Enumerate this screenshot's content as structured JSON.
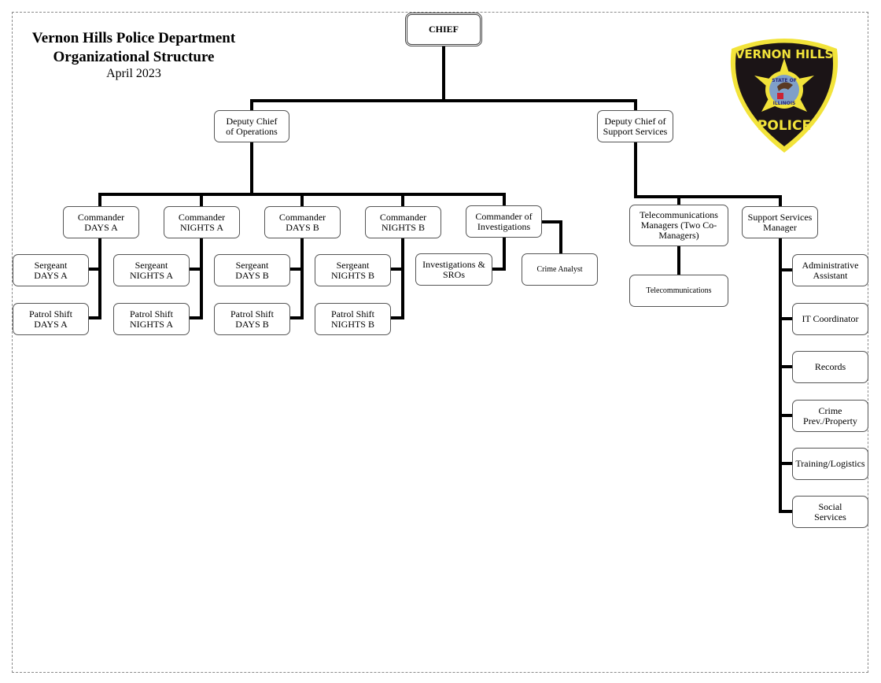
{
  "header": {
    "title_line1": "Vernon Hills Police Department",
    "title_line2": "Organizational Structure",
    "date": "April 2023"
  },
  "badge": {
    "top_text": "VERNON HILLS",
    "center_top": "STATE OF",
    "center_bottom": "ILLINOIS",
    "bottom_text": "POLICE",
    "colors": {
      "fill": "#1b1416",
      "trim": "#f2e33a",
      "seal": "#7f9fc9"
    }
  },
  "org": {
    "chief": "CHIEF",
    "deputy_ops": "Deputy Chief of Operations",
    "deputy_support": "Deputy Chief of Support Services",
    "commanders": [
      {
        "title": "Commander DAYS A",
        "sergeant": "Sergeant DAYS A",
        "patrol": "Patrol Shift DAYS A"
      },
      {
        "title": "Commander NIGHTS A",
        "sergeant": "Sergeant NIGHTS A",
        "patrol": "Patrol Shift NIGHTS A"
      },
      {
        "title": "Commander DAYS B",
        "sergeant": "Sergeant DAYS B",
        "patrol": "Patrol Shift DAYS B"
      },
      {
        "title": "Commander NIGHTS B",
        "sergeant": "Sergeant NIGHTS B",
        "patrol": "Patrol Shift NIGHTS B"
      }
    ],
    "investigations": {
      "title": "Commander of Investigations",
      "sros": "Investigations & SROs",
      "analyst": "Crime Analyst"
    },
    "telecom": {
      "managers": "Telecommunications Managers (Two Co-Managers)",
      "staff": "Telecommunications"
    },
    "support": {
      "manager": "Support Services Manager",
      "units": [
        "Administrative Assistant",
        "IT Coordinator",
        "Records",
        "Crime Prev./Property",
        "Training/Logistics",
        "Social Services"
      ]
    }
  }
}
